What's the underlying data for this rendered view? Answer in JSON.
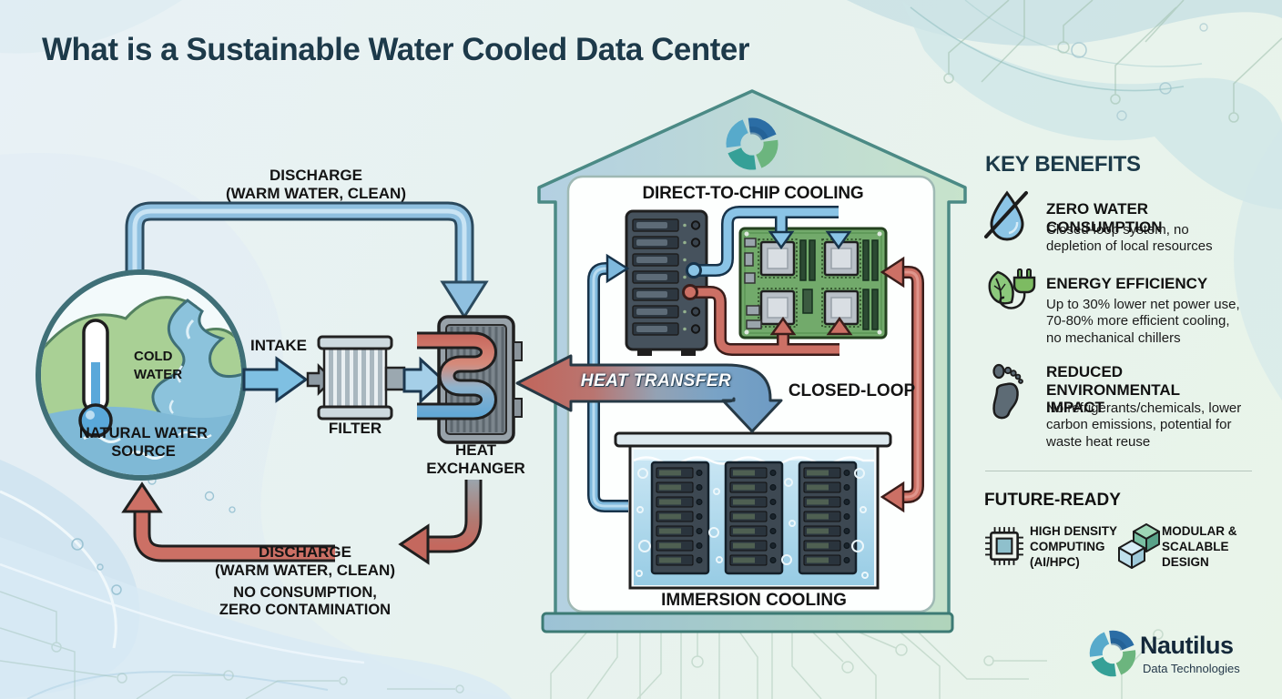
{
  "title": "What is a Sustainable Water Cooled Data Center",
  "water_loop": {
    "discharge_top": "DISCHARGE\n(WARM WATER, CLEAN)",
    "cold_water": "COLD\nWATER",
    "natural_water_source": "NATURAL WATER\nSOURCE",
    "intake": "INTAKE",
    "filter": "FILTER",
    "heat_exchanger": "HEAT\nEXCHANGER",
    "discharge_bottom": "DISCHARGE\n(WARM WATER, CLEAN)",
    "discharge_note": "NO CONSUMPTION,\nZERO CONTAMINATION"
  },
  "data_center": {
    "direct_to_chip": "DIRECT-TO-CHIP COOLING",
    "heat_transfer": "HEAT TRANSFER",
    "closed_loop": "CLOSED-LOOP",
    "immersion_cooling": "IMMERSION COOLING"
  },
  "benefits": {
    "heading": "KEY BENEFITS",
    "items": [
      {
        "icon": "no-water-drop-icon",
        "title": "ZERO WATER CONSUMPTION",
        "desc": "Closed-loop system, no\ndepletion of local resources"
      },
      {
        "icon": "leaf-plug-icon",
        "title": "ENERGY EFFICIENCY",
        "desc": "Up to 30% lower net power use,\n70-80% more efficient cooling,\nno mechanical chillers"
      },
      {
        "icon": "footprint-icon",
        "title": "REDUCED ENVIRONMENTAL\nIMPACT",
        "desc": "No refrigerants/chemicals, lower\ncarbon emissions, potential for\nwaste heat reuse"
      }
    ],
    "future_heading": "FUTURE-READY",
    "future_items": [
      {
        "icon": "chip-icon",
        "label": "HIGH DENSITY\nCOMPUTING\n(AI/HPC)"
      },
      {
        "icon": "cubes-icon",
        "label": "MODULAR &\nSCALABLE\nDESIGN"
      }
    ]
  },
  "brand": {
    "name": "Nautilus",
    "tagline": "Data Technologies"
  },
  "colors": {
    "title_text": "#1d3a4a",
    "cool_pipe": "#7fb9dd",
    "warm_pipe": "#cc7065",
    "building_outline": "#4b8a85",
    "pcb_green": "#72aa6b",
    "tank_liquid": "#9fd0e8",
    "logo_blue": "#2b6da5",
    "logo_teal": "#35a097",
    "logo_green": "#6cb57e"
  }
}
